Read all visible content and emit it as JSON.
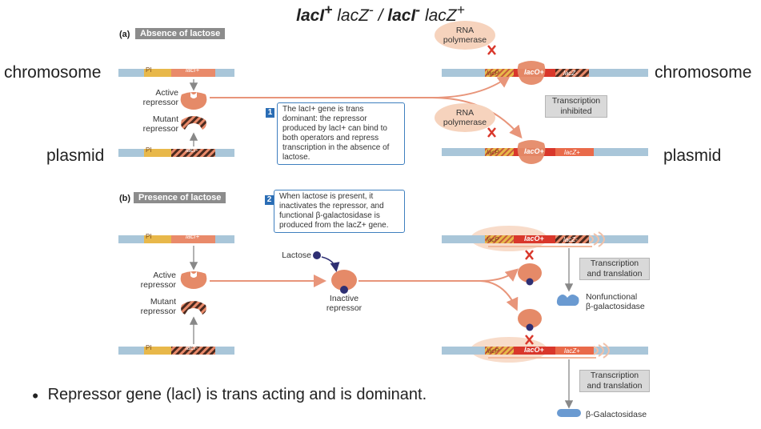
{
  "title": {
    "p1": "lacI",
    "s1": "+",
    "p2": " lacZ",
    "s2": "-",
    "p3": " / ",
    "p4": "lacI",
    "s4": "-",
    "p5": " lacZ",
    "s5": "+"
  },
  "labels": {
    "chromosome": "chromosome",
    "plasmid": "plasmid"
  },
  "panel_a": {
    "tag": "(a)",
    "heading": "Absence of lactose",
    "active_repressor": "Active\nrepressor",
    "mutant_repressor": "Mutant\nrepressor",
    "note_num": "1",
    "note": "The lacI+ gene is trans dominant: the repressor produced by lacI+ can bind to both operators and repress transcription in the absence of lactose.",
    "rna_pol": "RNA\npolymerase",
    "inhibited": "Transcription\ninhibited"
  },
  "panel_b": {
    "tag": "(b)",
    "heading": "Presence of lactose",
    "note_num": "2",
    "note": "When lactose is present, it inactivates the repressor, and functional β-galactosidase is produced from the lacZ+ gene.",
    "lactose": "Lactose",
    "inactive_repressor": "Inactive\nrepressor",
    "active_repressor": "Active\nrepressor",
    "mutant_repressor": "Mutant\nrepressor",
    "tt": "Transcription\nand translation",
    "nonfunctional": "Nonfunctional\nβ-galactosidase",
    "bgal": "β-Galactosidase"
  },
  "genes": {
    "pi": "PI",
    "laci_plus": "lacI+",
    "laci_minus": "lacI-",
    "lacp": "lacP",
    "laco_plus": "lacO+",
    "lacz_minus": "lacZ-",
    "lacz_plus": "lacZ+"
  },
  "bullet": "Repressor gene (lacI) is trans acting and is dominant.",
  "colors": {
    "dna": "#a9c6d9",
    "pi": "#e8b84a",
    "laci": "#e98a6a",
    "repressor": "#e58a68",
    "laco": "#d9372b",
    "lacz": "#e96a4a",
    "note_border": "#3f7fbf",
    "lactose": "#2e2f73"
  }
}
